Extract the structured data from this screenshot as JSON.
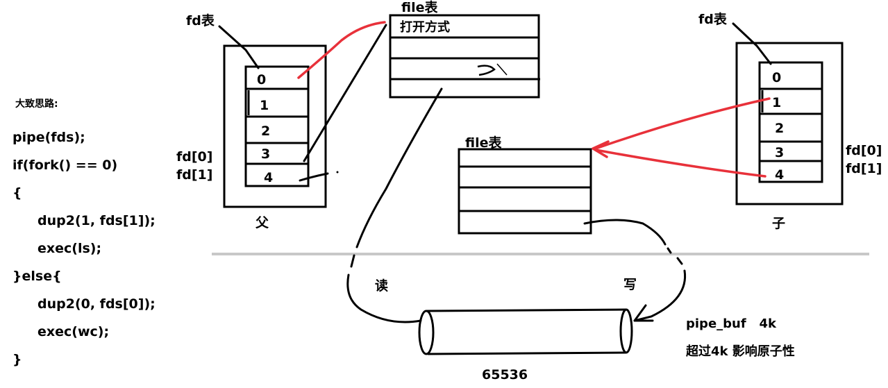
{
  "code": {
    "title": "大致思路:",
    "lines": [
      "pipe(fds);",
      "if(fork() == 0)",
      "{",
      "dup2(1, fds[1]);",
      "exec(ls);",
      "}else{",
      "dup2(0, fds[0]);",
      "exec(wc);",
      "}"
    ]
  },
  "parent": {
    "fd_table_label": "fd表",
    "slots": [
      "0",
      "1",
      "2",
      "3",
      "4"
    ],
    "fd0_label": "fd[0]",
    "fd1_label": "fd[1]",
    "name": "父"
  },
  "child": {
    "fd_table_label": "fd表",
    "slots": [
      "0",
      "1",
      "2",
      "3",
      "4"
    ],
    "fd0_label": "fd[0]",
    "fd1_label": "fd[1]",
    "name": "子"
  },
  "file_table_top": {
    "label": "file表",
    "row0": "打开方式"
  },
  "file_table_mid": {
    "label": "file表"
  },
  "pipe": {
    "read_label": "读",
    "write_label": "写",
    "size_label": "65536",
    "note1": "pipe_buf   4k",
    "note2": "超过4k 影响原子性"
  },
  "colors": {
    "ink": "#000000",
    "red": "#e8313a",
    "divider": "#c8c8c8"
  }
}
